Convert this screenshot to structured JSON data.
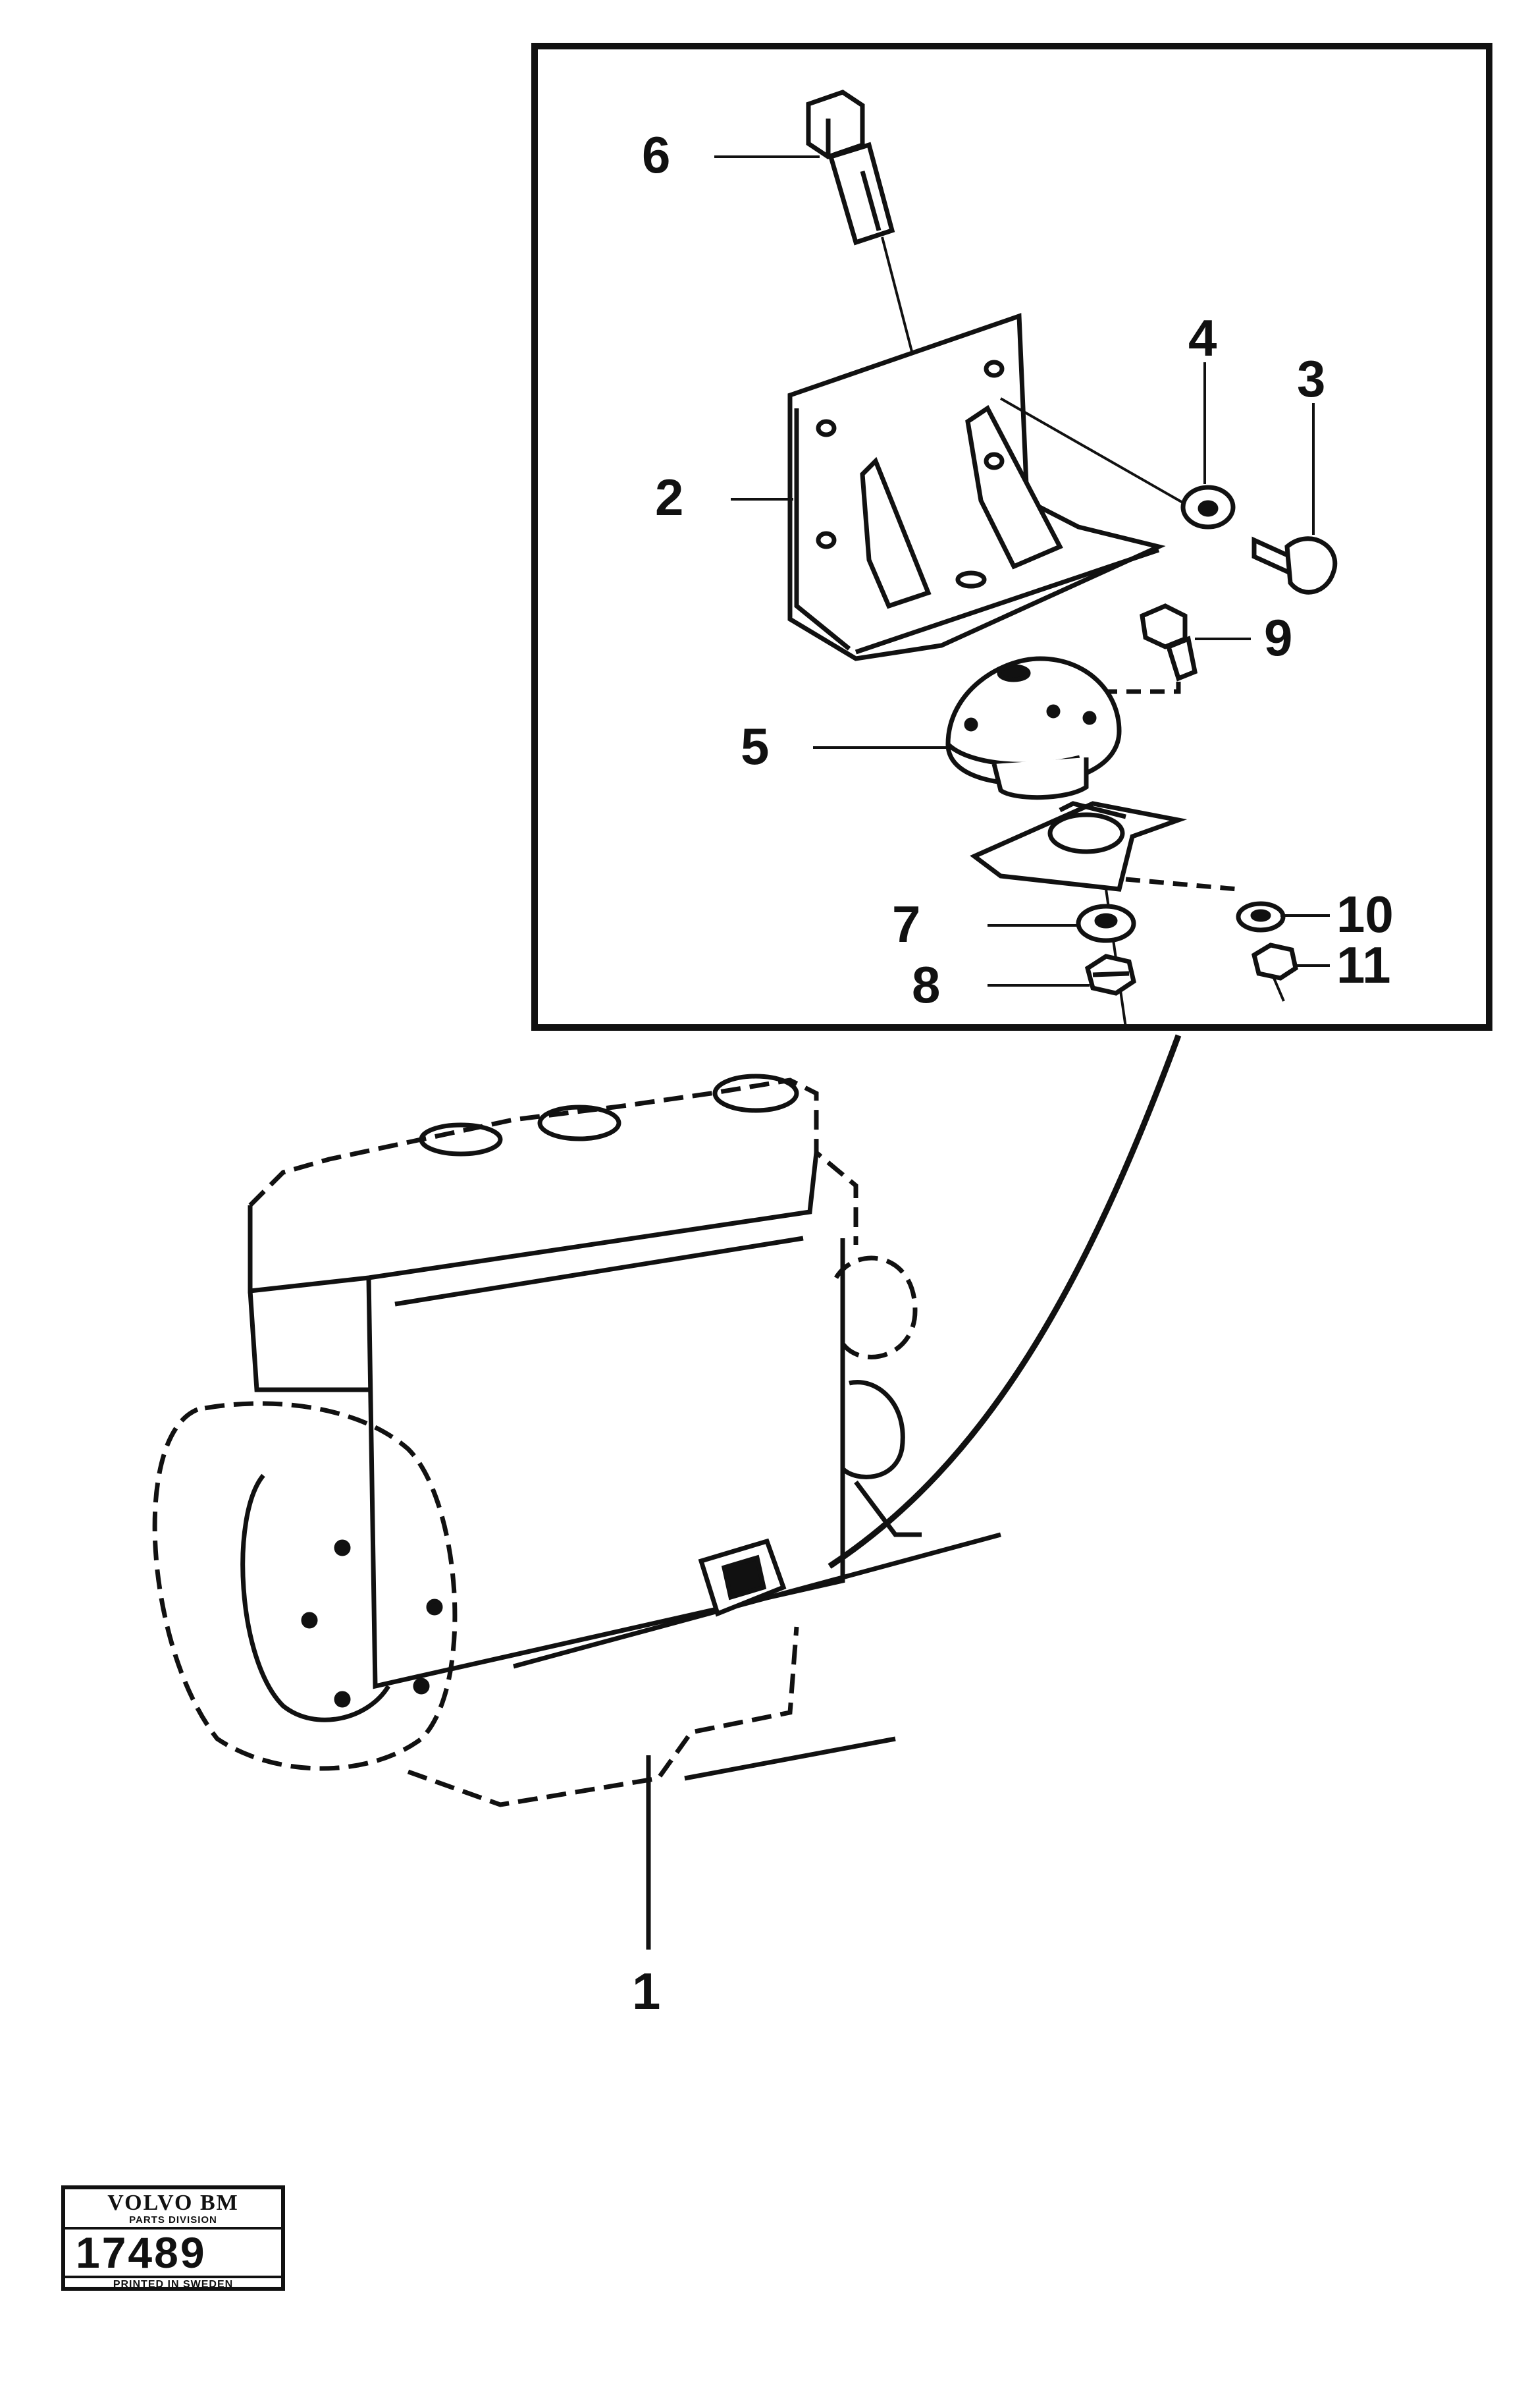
{
  "callouts": {
    "c1": "1",
    "c2": "2",
    "c3": "3",
    "c4": "4",
    "c5": "5",
    "c6": "6",
    "c7": "7",
    "c8": "8",
    "c9": "9",
    "c10": "10",
    "c11": "11"
  },
  "stamp": {
    "brand": "VOLVO BM",
    "division": "PARTS DIVISION",
    "number": "17489",
    "printed": "PRINTED IN SWEDEN"
  },
  "colors": {
    "ink": "#111111",
    "paper": "#ffffff"
  }
}
